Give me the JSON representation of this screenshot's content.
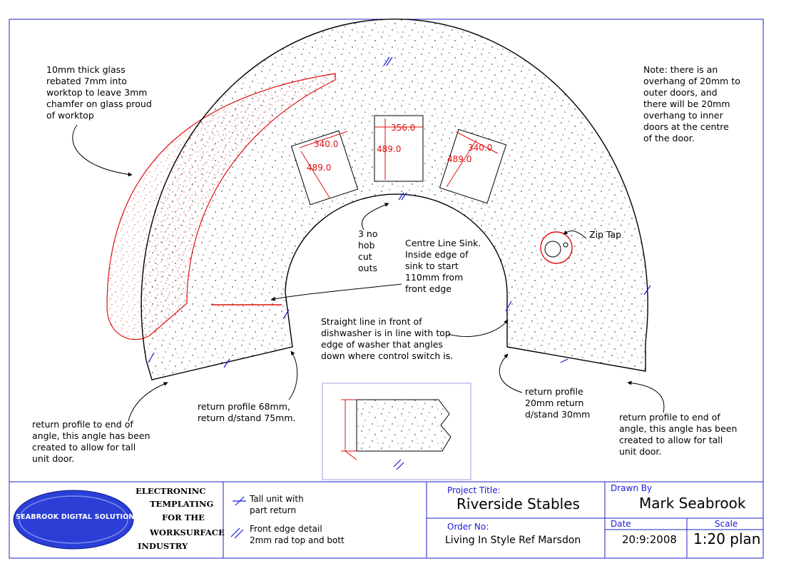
{
  "notes": {
    "glass": "10mm thick glass\nrebated 7mm into\nworktop to leave 3mm\nchamfer on glass proud\nof worktop",
    "overhang": "Note: there is an\noverhang of 20mm to\nouter doors, and\nthere will be 20mm\noverhang to inner\ndoors at the centre\nof the door.",
    "hob": "3 no\nhob\ncut\nouts",
    "sink": "Centre Line Sink.\nInside edge of\nsink to start\n110mm from\nfront edge",
    "zip_tap": "Zip Tap",
    "dishwasher": "Straight line in front of\ndishwasher is in line with top\nedge of washer that angles\ndown where control switch is.",
    "return_left_profile": "return profile 68mm,\nreturn d/stand 75mm.",
    "return_left_end": "return profile to end of\nangle, this angle has been\ncreated to allow for tall\nunit door.",
    "return_right_profile": "return profile\n20mm return\nd/stand 30mm",
    "return_right_end": "return profile to end of\nangle, this angle has been\ncreated to allow for tall\nunit door."
  },
  "dimensions": {
    "hob_left_w": "340.0",
    "hob_left_h": "489.0",
    "hob_mid_w": "356.0",
    "hob_mid_h": "489.0",
    "hob_right_w": "340.0",
    "hob_right_h": "489.0"
  },
  "title_block": {
    "logo_text": "SEABROOK DIGITAL SOLUTIONS",
    "company_line1": "ELECTRONINC",
    "company_line2": "TEMPLATING",
    "company_line3": "FOR THE",
    "company_line4": "WORKSURFACE",
    "company_line5": "INDUSTRY",
    "legend_tall_unit": "Tall unit with\npart return",
    "legend_front_edge": "Front edge detail\n2mm rad top and bott",
    "project_title_label": "Project Title:",
    "project_title": "Riverside Stables",
    "order_label": "Order No:",
    "order_value": "Living In Style Ref Marsdon",
    "drawn_by_label": "Drawn By",
    "drawn_by": "Mark Seabrook",
    "date_label": "Date",
    "date": "20:9:2008",
    "scale_label": "Scale",
    "scale": "1:20 plan"
  },
  "colors": {
    "outline": "#000000",
    "dimension": "#e01010",
    "glass": "#e01010",
    "return_mark": "#1a1adb",
    "title_text": "#1a1adb"
  }
}
